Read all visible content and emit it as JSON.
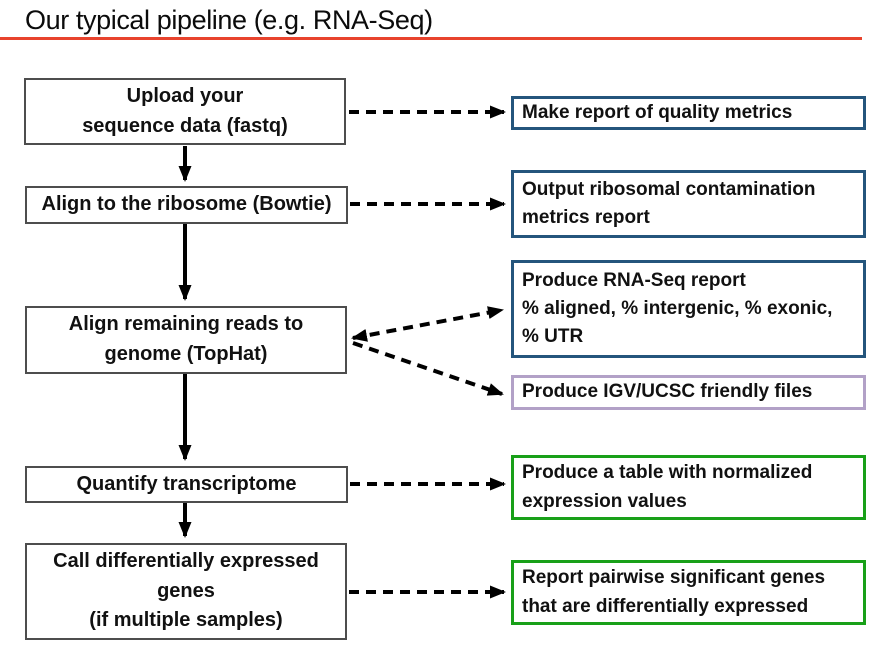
{
  "title": {
    "text": "Our typical pipeline (e.g. RNA-Seq)",
    "underline_color": "#e8432d"
  },
  "colors": {
    "step_border": "#4d4d4d",
    "report_blue": "#24557c",
    "files_purple": "#b2a1c7",
    "table_green": "#18a018",
    "arrow_black": "#000000"
  },
  "pipeline": {
    "steps": [
      {
        "id": "upload",
        "text": "Upload your\nsequence data (fastq)"
      },
      {
        "id": "align-ribosome",
        "text": "Align to the ribosome (Bowtie)"
      },
      {
        "id": "align-genome",
        "text": "Align remaining reads to\ngenome (TopHat)"
      },
      {
        "id": "quantify",
        "text": "Quantify transcriptome"
      },
      {
        "id": "call-de-genes",
        "text": "Call differentially expressed\ngenes\n(if multiple samples)"
      }
    ],
    "outputs": [
      {
        "id": "quality-report",
        "text": "Make report of quality metrics",
        "border": "report_blue"
      },
      {
        "id": "ribosomal-report",
        "text": "Output ribosomal contamination\nmetrics report",
        "border": "report_blue"
      },
      {
        "id": "rnaseq-report",
        "text": "Produce RNA-Seq report\n% aligned, % intergenic, % exonic,\n% UTR",
        "border": "report_blue"
      },
      {
        "id": "igv-files",
        "text": "Produce IGV/UCSC friendly files",
        "border": "files_purple"
      },
      {
        "id": "expression-table",
        "text": "Produce a table with normalized\nexpression values",
        "border": "table_green"
      },
      {
        "id": "pairwise-genes",
        "text": "Report pairwise significant genes\nthat are differentially expressed",
        "border": "table_green"
      }
    ]
  }
}
